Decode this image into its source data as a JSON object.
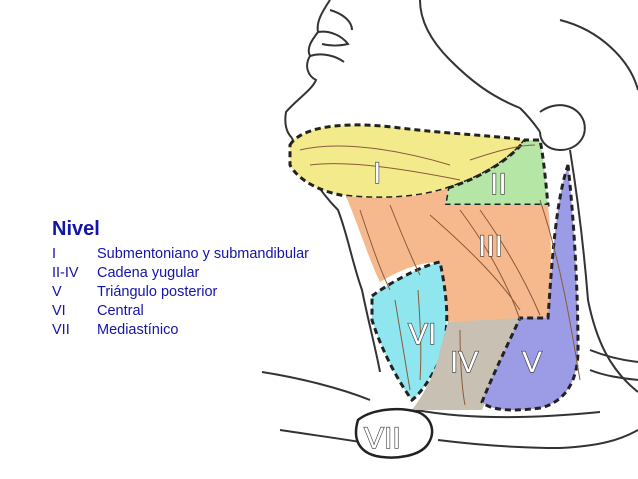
{
  "legend": {
    "title": "Nivel",
    "rows": [
      {
        "code": "I",
        "desc": "Submentoniano y submandibular"
      },
      {
        "code": "II-IV",
        "desc": "Cadena yugular"
      },
      {
        "code": "V",
        "desc": "Triángulo posterior"
      },
      {
        "code": "VI",
        "desc": "Central"
      },
      {
        "code": "VII",
        "desc": "Mediastínico"
      }
    ]
  },
  "regions": {
    "I": {
      "label": "I",
      "color": "#f3ea8c"
    },
    "II": {
      "label": "II",
      "color": "#b5e6a6"
    },
    "III": {
      "label": "III",
      "color": "#f6b98e"
    },
    "IV": {
      "label": "IV",
      "color": "#c9c0b4"
    },
    "V": {
      "label": "V",
      "color": "#9c9ce6"
    },
    "VI": {
      "label": "VI",
      "color": "#8fe6ef"
    },
    "VII": {
      "label": "VII",
      "color": "#ffffff"
    }
  },
  "colors": {
    "legend_text": "#1414a8",
    "outline": "#222222"
  }
}
